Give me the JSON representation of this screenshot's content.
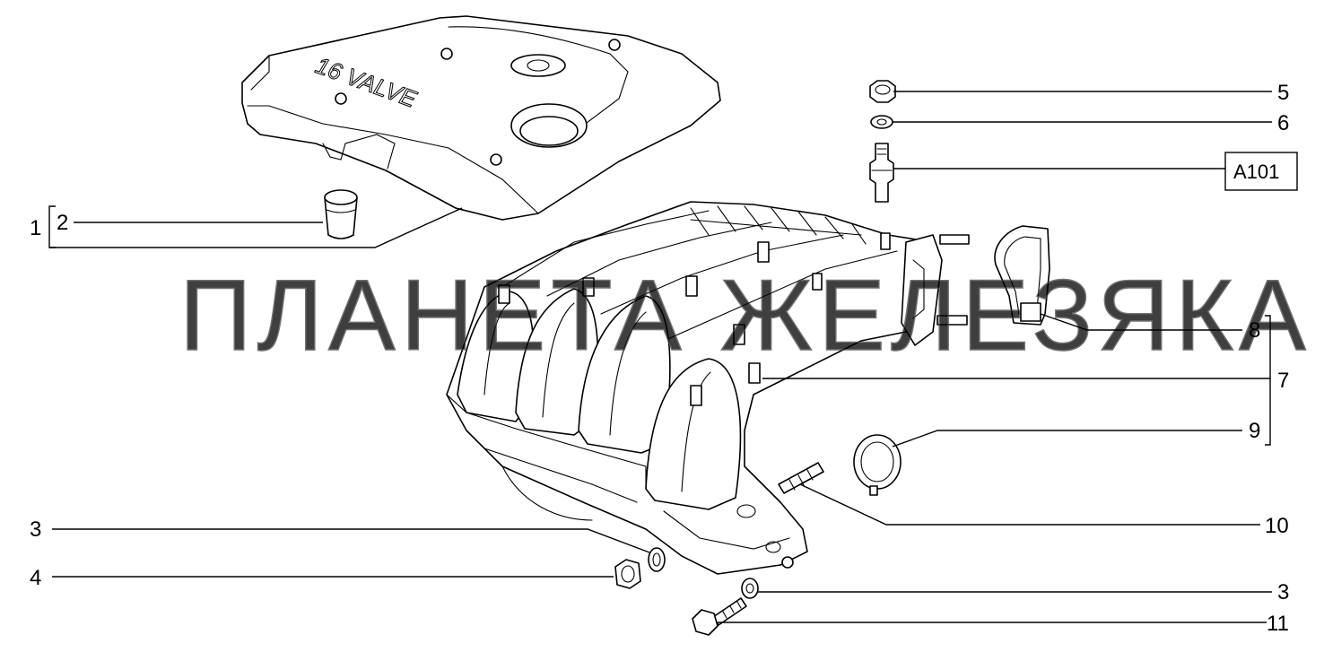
{
  "watermark": "ПЛАНЕТА ЖЕЛЕЗЯКА",
  "cover_text": {
    "valve": "16 VALVE"
  },
  "callouts": {
    "c1": "1",
    "c2": "2",
    "c3a": "3",
    "c4": "4",
    "c5": "5",
    "c6": "6",
    "c7": "7",
    "c8": "8",
    "c9": "9",
    "c10": "10",
    "c3b": "3",
    "c11": "11",
    "ref_a101": "A101"
  }
}
